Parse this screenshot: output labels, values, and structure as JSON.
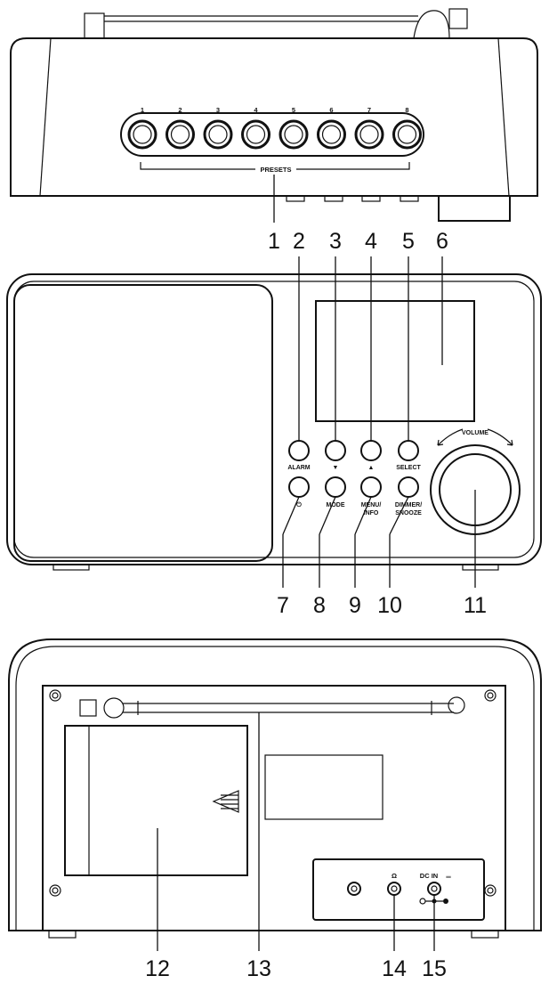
{
  "top_view": {
    "preset_numbers": [
      "1",
      "2",
      "3",
      "4",
      "5",
      "6",
      "7",
      "8"
    ],
    "presets_label": "PRESETS"
  },
  "front_view": {
    "button_labels": {
      "alarm": "ALARM",
      "down": "▼",
      "up": "▲",
      "select": "SELECT",
      "power": "⏻",
      "mode": "MODE",
      "menu_line1": "MENU/",
      "menu_line2": "INFO",
      "dimmer_line1": "DIMMER/",
      "dimmer_line2": "SNOOZE"
    },
    "volume_label": "VOLUME"
  },
  "back_view": {
    "headphone_symbol": "Ω",
    "dc_in_label": "DC IN",
    "dc_symbol": "═"
  },
  "callouts": [
    "1",
    "2",
    "3",
    "4",
    "5",
    "6",
    "7",
    "8",
    "9",
    "10",
    "11",
    "12",
    "13",
    "14",
    "15"
  ]
}
